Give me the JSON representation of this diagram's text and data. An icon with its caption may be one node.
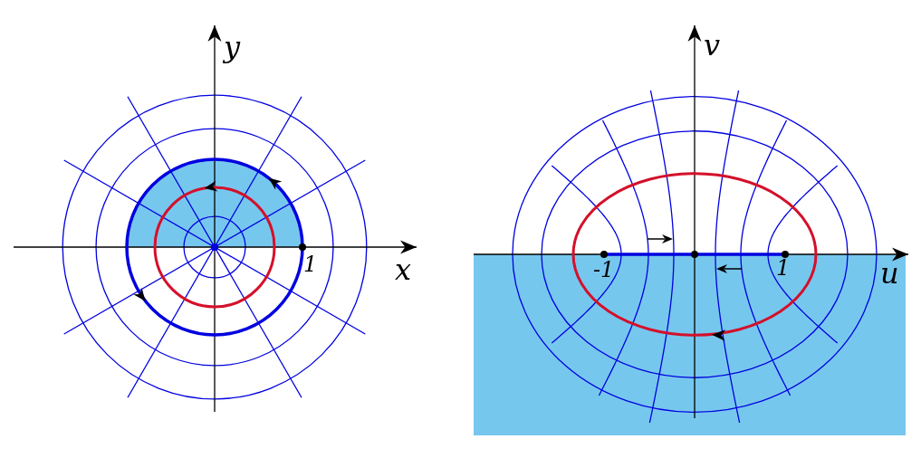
{
  "diagram": {
    "labels": [
      "y",
      "1",
      "x",
      "v",
      "-1",
      "1",
      "u"
    ]
  }
}
